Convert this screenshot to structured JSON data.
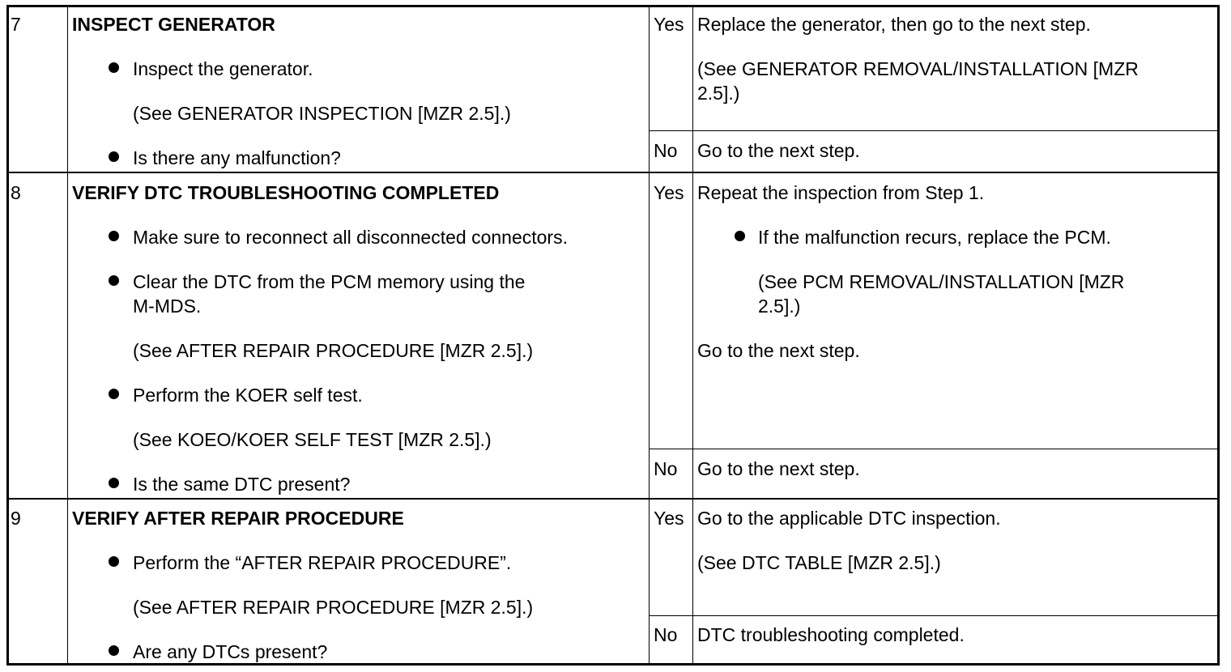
{
  "steps": [
    {
      "number": "7",
      "title": "INSPECT GENERATOR",
      "action_bullets": [
        "Inspect the generator.",
        "Is there any malfunction?"
      ],
      "action_refs": [
        "(See GENERATOR INSPECTION [MZR 2.5].)"
      ],
      "yes_label": "Yes",
      "yes_text": [
        "Replace the generator, then go to the next step."
      ],
      "yes_ref": [
        "(See GENERATOR REMOVAL/INSTALLATION [MZR",
        "2.5].)"
      ],
      "no_label": "No",
      "no_text": "Go to the next step."
    },
    {
      "number": "8",
      "title": "VERIFY DTC TROUBLESHOOTING COMPLETED",
      "action_bullets": [
        "Make sure to reconnect all disconnected connectors.",
        "Clear the DTC from the PCM memory using the",
        "M-MDS.",
        "Perform the KOER self test.",
        "Is the same DTC present?"
      ],
      "action_refs": [
        "(See AFTER REPAIR PROCEDURE [MZR 2.5].)",
        "(See KOEO/KOER SELF TEST [MZR 2.5].)"
      ],
      "yes_label": "Yes",
      "yes_text": [
        "Repeat the inspection from Step 1.",
        "If the malfunction recurs, replace the PCM.",
        "Go to the next step."
      ],
      "yes_ref": [
        "(See PCM REMOVAL/INSTALLATION [MZR",
        "2.5].)"
      ],
      "no_label": "No",
      "no_text": "Go to the next step."
    },
    {
      "number": "9",
      "title": "VERIFY AFTER REPAIR PROCEDURE",
      "action_bullets": [
        "Perform the “AFTER REPAIR PROCEDURE”.",
        "Are any DTCs present?"
      ],
      "action_refs": [
        "(See AFTER REPAIR PROCEDURE [MZR 2.5].)"
      ],
      "yes_label": "Yes",
      "yes_text": [
        "Go to the applicable DTC inspection."
      ],
      "yes_ref": [
        "(See DTC TABLE [MZR 2.5].)"
      ],
      "no_label": "No",
      "no_text": "DTC troubleshooting completed."
    }
  ]
}
